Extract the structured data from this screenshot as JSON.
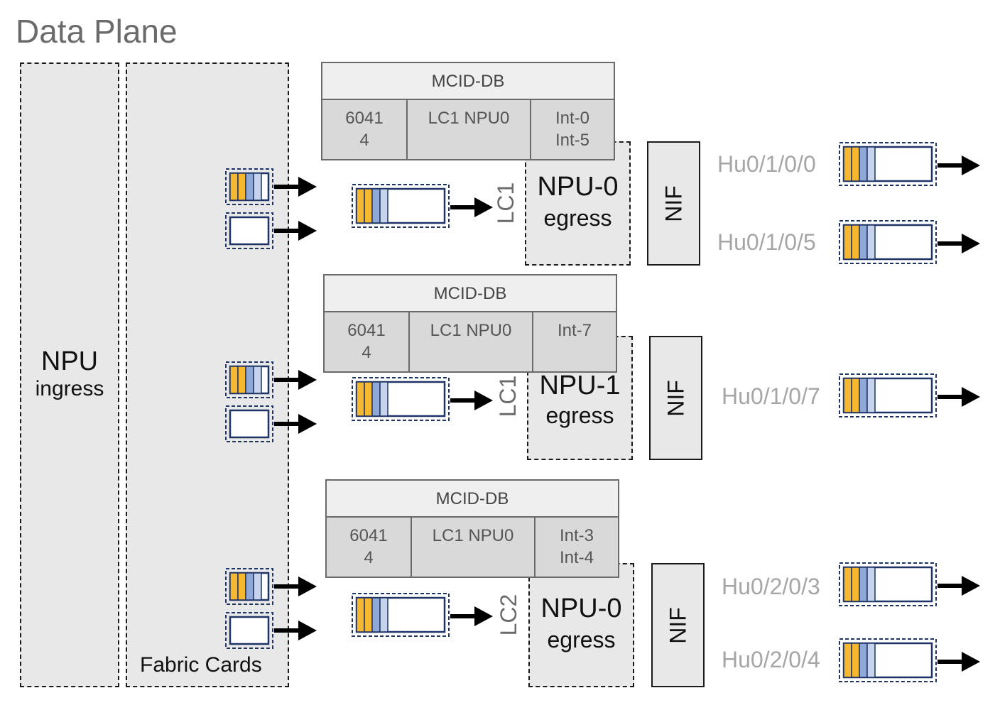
{
  "title": "Data Plane",
  "npu_ingress": {
    "line1": "NPU",
    "line2": "ingress"
  },
  "fabric": {
    "label": "Fabric Cards"
  },
  "colors": {
    "yellow": "#f5b82e",
    "blue": "#8fa8d6",
    "lightblue": "#c5d3ec",
    "navy": "#1f3466",
    "arrow": "#000000"
  },
  "groups": [
    {
      "mcid": {
        "header": "MCID-DB",
        "c1a": "6041",
        "c1b": "4",
        "c2": "LC1 NPU0",
        "c3a": "Int-0",
        "c3b": "Int-5"
      },
      "lc": "LC1",
      "npu": {
        "line1": "NPU-0",
        "line2": "egress"
      },
      "nif": "NIF",
      "ports": [
        "Hu0/1/0/0",
        "Hu0/1/0/5"
      ]
    },
    {
      "mcid": {
        "header": "MCID-DB",
        "c1a": "6041",
        "c1b": "4",
        "c2": "LC1 NPU0",
        "c3a": "Int-7",
        "c3b": ""
      },
      "lc": "LC1",
      "npu": {
        "line1": "NPU-1",
        "line2": "egress"
      },
      "nif": "NIF",
      "ports": [
        "Hu0/1/0/7"
      ]
    },
    {
      "mcid": {
        "header": "MCID-DB",
        "c1a": "6041",
        "c1b": "4",
        "c2": "LC1 NPU0",
        "c3a": "Int-3",
        "c3b": "Int-4"
      },
      "lc": "LC2",
      "npu": {
        "line1": "NPU-0",
        "line2": "egress"
      },
      "nif": "NIF",
      "ports": [
        "Hu0/2/0/3",
        "Hu0/2/0/4"
      ]
    }
  ]
}
